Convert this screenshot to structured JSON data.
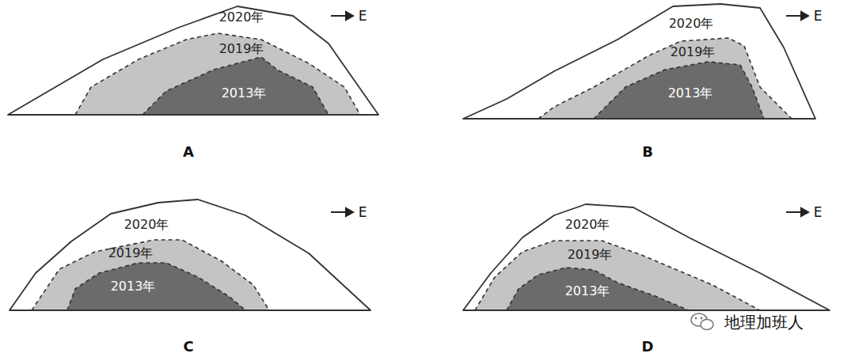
{
  "diagram": {
    "nodes": [
      {
        "text": [
          "2020年"
        ]
      },
      {
        "text": [
          "2019年"
        ],
        "in": 0
      },
      {
        "text": [
          "2013年"
        ],
        "in": 1
      },
      {
        "text": [
          "2020年"
        ]
      },
      {
        "text": [
          "2019年"
        ],
        "in": 3
      },
      {
        "text": [
          "2013年"
        ],
        "in": 4
      },
      {
        "text": [
          "2020年"
        ]
      },
      {
        "text": [
          "2019年"
        ],
        "in": 6
      },
      {
        "text": [
          "2013年"
        ],
        "in": 7
      },
      {
        "text": [
          "2020年"
        ]
      },
      {
        "text": [
          "2019年"
        ],
        "in": 9
      },
      {
        "text": [
          "2013年"
        ],
        "in": 10
      }
    ],
    "labels": [
      "E",
      "A",
      "E",
      "B",
      "E",
      "C",
      "E",
      "D",
      "地理加班人"
    ]
  }
}
